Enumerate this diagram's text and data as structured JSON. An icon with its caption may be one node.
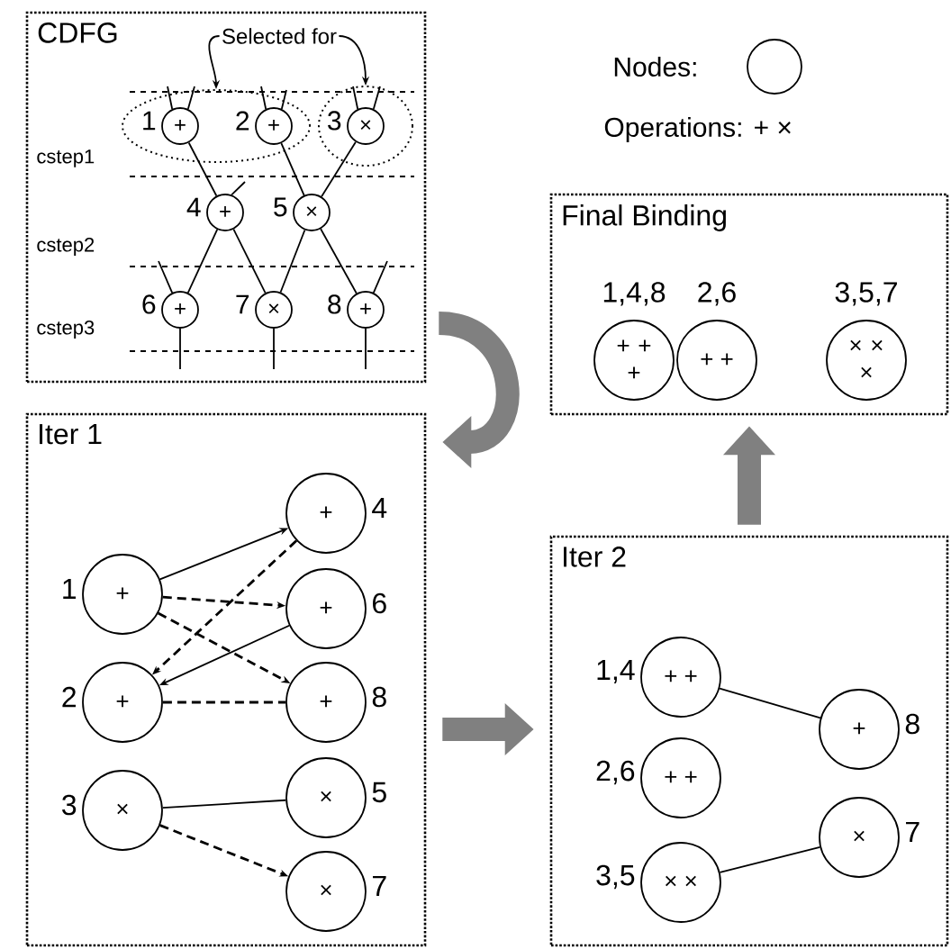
{
  "diagram": {
    "nodes": [
      {
        "text": [
          "CDFG"
        ]
      },
      {
        "text": [],
        "shape": "ellipse",
        "in": 0
      },
      {
        "text": [],
        "shape": "ellipse",
        "in": 0
      },
      {
        "text": [
          "+"
        ],
        "beside": [
          "1"
        ],
        "in": 1
      },
      {
        "text": [
          "+"
        ],
        "beside": [
          "2"
        ],
        "in": 1
      },
      {
        "text": [
          "×"
        ],
        "beside": [
          "3"
        ],
        "in": 2
      },
      {
        "text": [
          "+"
        ],
        "beside": [
          "4"
        ],
        "in": 0
      },
      {
        "text": [
          "×"
        ],
        "beside": [
          "5"
        ],
        "in": 0
      },
      {
        "text": [
          "+"
        ],
        "beside": [
          "6"
        ],
        "in": 0
      },
      {
        "text": [
          "×"
        ],
        "beside": [
          "7"
        ],
        "in": 0
      },
      {
        "text": [
          "+"
        ],
        "beside": [
          "8"
        ],
        "in": 0
      },
      {
        "text": [
          "Selected for"
        ],
        "in": 0
      },
      {
        "text": [
          "Iter 1"
        ]
      },
      {
        "text": [
          "+"
        ],
        "beside": [
          "1"
        ],
        "in": 12
      },
      {
        "text": [
          "+"
        ],
        "beside": [
          "2"
        ],
        "in": 12
      },
      {
        "text": [
          "×"
        ],
        "beside": [
          "3"
        ],
        "in": 12
      },
      {
        "text": [
          "+"
        ],
        "beside": [
          "4"
        ],
        "in": 12
      },
      {
        "text": [
          "+"
        ],
        "beside": [
          "6"
        ],
        "in": 12
      },
      {
        "text": [
          "+"
        ],
        "beside": [
          "8"
        ],
        "in": 12
      },
      {
        "text": [
          "×"
        ],
        "beside": [
          "5"
        ],
        "in": 12
      },
      {
        "text": [
          "×"
        ],
        "beside": [
          "7"
        ],
        "in": 12
      },
      {
        "text": [
          "Final Binding"
        ]
      },
      {
        "text": [
          "+ + +"
        ],
        "beside": [
          "1,4,8"
        ],
        "in": 21
      },
      {
        "text": [
          "+ +"
        ],
        "beside": [
          "2,6"
        ],
        "in": 21
      },
      {
        "text": [
          "× × ×"
        ],
        "beside": [
          "3,5,7"
        ],
        "in": 21
      },
      {
        "text": [
          "Iter 2"
        ]
      },
      {
        "text": [
          "+ +"
        ],
        "beside": [
          "1,4"
        ],
        "in": 25
      },
      {
        "text": [
          "+ +"
        ],
        "beside": [
          "2,6"
        ],
        "in": 25
      },
      {
        "text": [
          "× ×"
        ],
        "beside": [
          "3,5"
        ],
        "in": 25
      },
      {
        "text": [
          "+"
        ],
        "beside": [
          "8"
        ],
        "in": 25
      },
      {
        "text": [
          "×"
        ],
        "beside": [
          "7"
        ],
        "in": 25
      }
    ],
    "edges": [
      {
        "from": 11,
        "to": 1,
        "arrow": "to"
      },
      {
        "from": 11,
        "to": 2,
        "arrow": "to"
      },
      {
        "from": 3,
        "to": 6,
        "arrow": "none"
      },
      {
        "from": 4,
        "to": 7,
        "arrow": "none"
      },
      {
        "from": 5,
        "to": 7,
        "arrow": "none"
      },
      {
        "from": 6,
        "to": 8,
        "arrow": "none"
      },
      {
        "from": 6,
        "to": 9,
        "arrow": "none"
      },
      {
        "from": 7,
        "to": 9,
        "arrow": "none"
      },
      {
        "from": 7,
        "to": 10,
        "arrow": "none"
      },
      {
        "from": null,
        "to": 3,
        "arrow": "none"
      },
      {
        "from": null,
        "to": 3,
        "arrow": "none"
      },
      {
        "from": null,
        "to": 4,
        "arrow": "none"
      },
      {
        "from": null,
        "to": 4,
        "arrow": "none"
      },
      {
        "from": null,
        "to": 5,
        "arrow": "none"
      },
      {
        "from": null,
        "to": 5,
        "arrow": "none"
      },
      {
        "from": null,
        "to": 6,
        "arrow": "none"
      },
      {
        "from": null,
        "to": 8,
        "arrow": "none"
      },
      {
        "from": null,
        "to": 10,
        "arrow": "none"
      },
      {
        "from": 8,
        "to": null,
        "arrow": "none"
      },
      {
        "from": 9,
        "to": null,
        "arrow": "none"
      },
      {
        "from": 10,
        "to": null,
        "arrow": "none"
      },
      {
        "from": 13,
        "to": 16,
        "arrow": "to"
      },
      {
        "from": 13,
        "to": 17,
        "arrow": "to",
        "style": "dashed"
      },
      {
        "from": 13,
        "to": 18,
        "arrow": "to",
        "style": "dashed"
      },
      {
        "from": 16,
        "to": 14,
        "arrow": "to",
        "style": "dashed"
      },
      {
        "from": 17,
        "to": 14,
        "arrow": "to"
      },
      {
        "from": 14,
        "to": 18,
        "arrow": "none",
        "style": "dashed"
      },
      {
        "from": 15,
        "to": 19,
        "arrow": "none"
      },
      {
        "from": 15,
        "to": 20,
        "arrow": "to",
        "style": "dashed"
      },
      {
        "from": 26,
        "to": 29,
        "arrow": "none"
      },
      {
        "from": 28,
        "to": 30,
        "arrow": "none"
      },
      {
        "from": 0,
        "to": 12,
        "arrow": "to",
        "style": "thick",
        "color": "#808080"
      },
      {
        "from": 12,
        "to": 25,
        "arrow": "to",
        "style": "thick",
        "color": "#808080"
      },
      {
        "from": 25,
        "to": 21,
        "arrow": "to",
        "style": "thick",
        "color": "#808080"
      }
    ],
    "labels": [
      "cstep1",
      "cstep2",
      "cstep3",
      "Operations: + ×"
    ],
    "legend": [
      {
        "text": "Nodes:"
      }
    ]
  }
}
